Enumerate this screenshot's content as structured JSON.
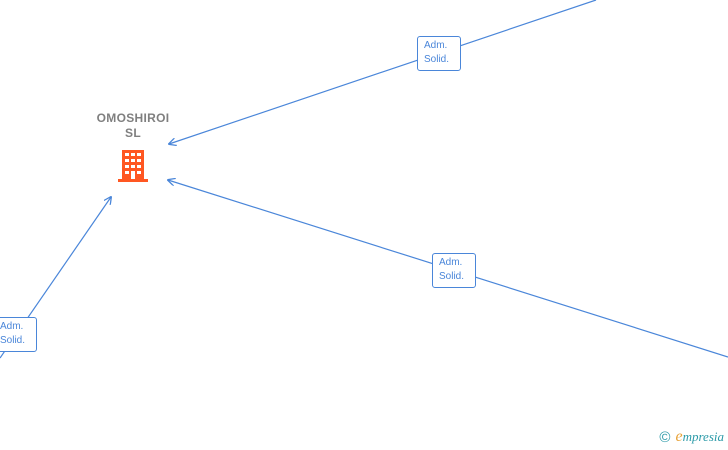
{
  "company": {
    "name_line1": "OMOSHIROI",
    "name_line2": "SL",
    "icon": "building-icon",
    "icon_color": "#ff5722"
  },
  "relations": [
    {
      "id": "top",
      "line1": "Adm.",
      "line2": "Solid."
    },
    {
      "id": "right",
      "line1": "Adm.",
      "line2": "Solid."
    },
    {
      "id": "bottom",
      "line1": "Adm.",
      "line2": "Solid."
    }
  ],
  "edge_color": "#4a86d9",
  "watermark": {
    "copyright_symbol": "©",
    "brand_first": "e",
    "brand_rest": "mpresia",
    "brand_color": "#2b9aa8",
    "brand_accent": "#e8a33a"
  }
}
